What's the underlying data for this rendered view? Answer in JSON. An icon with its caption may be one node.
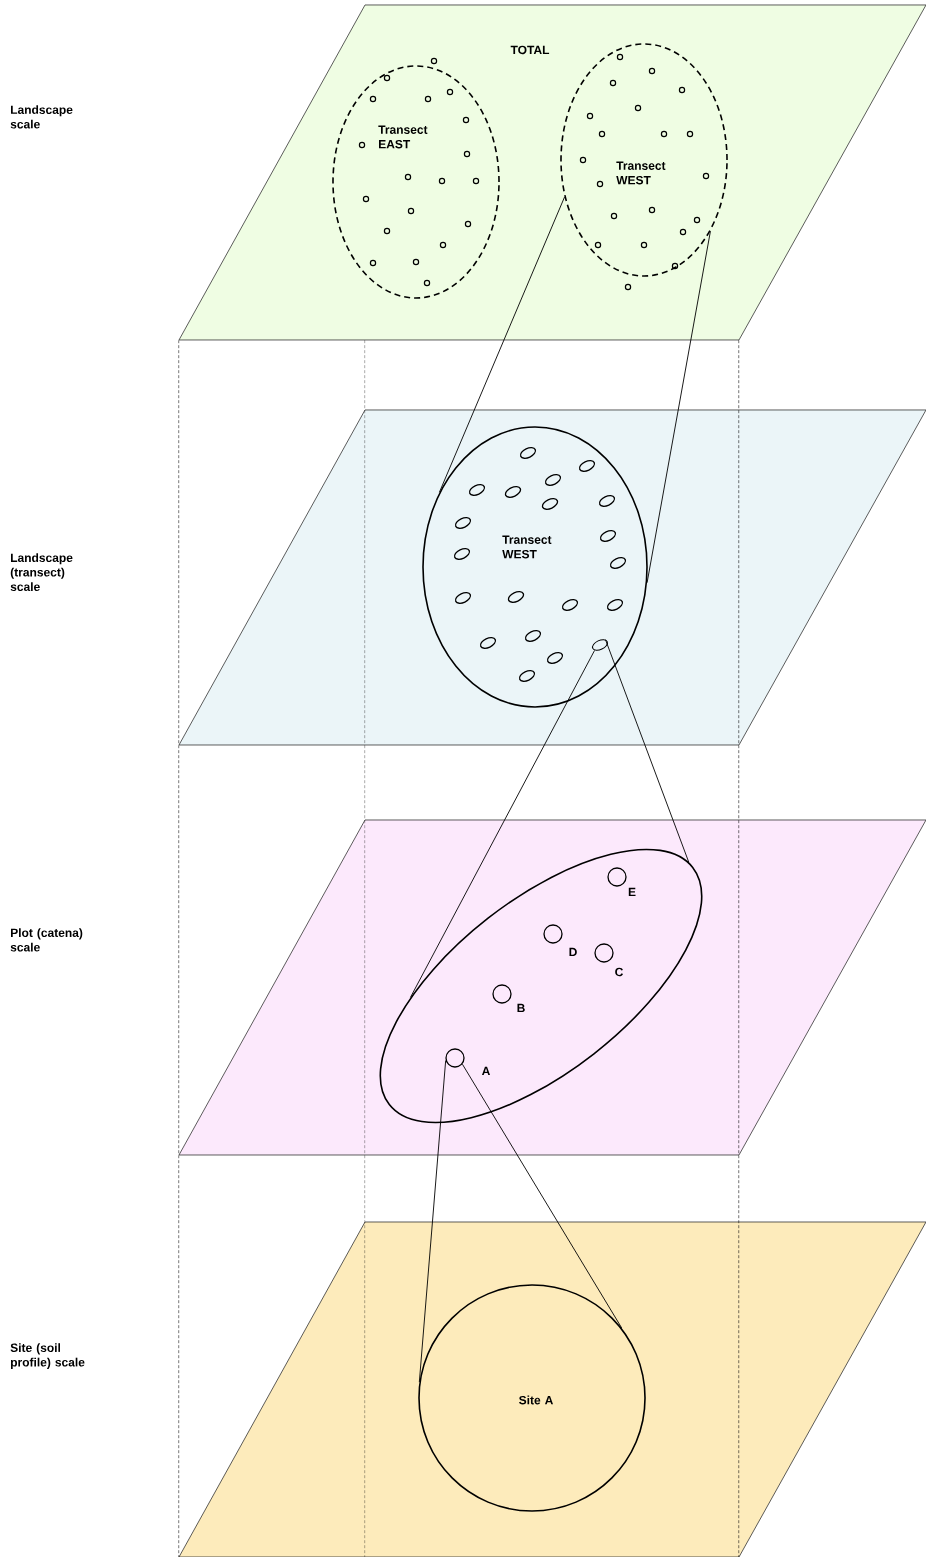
{
  "diagram": {
    "nodes": [
      {
        "text": [
          "TOTAL"
        ]
      },
      {
        "text": [
          "Transect EAST"
        ],
        "in": 0
      },
      {
        "text": [
          "Transect WEST"
        ],
        "in": 0
      },
      {
        "text": [],
        "shape": "parallelogram"
      },
      {
        "text": [
          "Transect WEST"
        ],
        "in": 3
      },
      {
        "text": [],
        "shape": "ellipse",
        "in": 4
      },
      {
        "text": [],
        "shape": "parallelogram"
      },
      {
        "text": [],
        "shape": "ellipse",
        "in": 6
      },
      {
        "text": [],
        "shape": "circle",
        "in": 7,
        "beside": [
          "A"
        ]
      },
      {
        "text": [],
        "shape": "circle",
        "in": 7,
        "beside": [
          "B"
        ]
      },
      {
        "text": [],
        "shape": "circle",
        "in": 7,
        "beside": [
          "C"
        ]
      },
      {
        "text": [],
        "shape": "circle",
        "in": 7,
        "beside": [
          "D"
        ]
      },
      {
        "text": [],
        "shape": "circle",
        "in": 7,
        "beside": [
          "E"
        ]
      },
      {
        "text": [],
        "shape": "parallelogram"
      },
      {
        "text": [
          "Site A"
        ],
        "in": 13
      }
    ],
    "edges": [
      {
        "from": 2,
        "to": 4,
        "arrow": "none"
      },
      {
        "from": 2,
        "to": 4,
        "arrow": "none"
      },
      {
        "from": 5,
        "to": 7,
        "arrow": "none"
      },
      {
        "from": 5,
        "to": 7,
        "arrow": "none"
      },
      {
        "from": 8,
        "to": 14,
        "arrow": "none"
      },
      {
        "from": 8,
        "to": 14,
        "arrow": "none"
      },
      {
        "from": 0,
        "to": 13,
        "arrow": "none",
        "style": "dashed"
      },
      {
        "from": 0,
        "to": 13,
        "arrow": "none",
        "style": "dashed"
      },
      {
        "from": 0,
        "to": 13,
        "arrow": "none",
        "style": "dashed"
      }
    ],
    "labels": [
      "Landscape scale",
      "Landscape (transect) scale",
      "Plot (catena) scale",
      "Site (soil profile) scale"
    ]
  }
}
